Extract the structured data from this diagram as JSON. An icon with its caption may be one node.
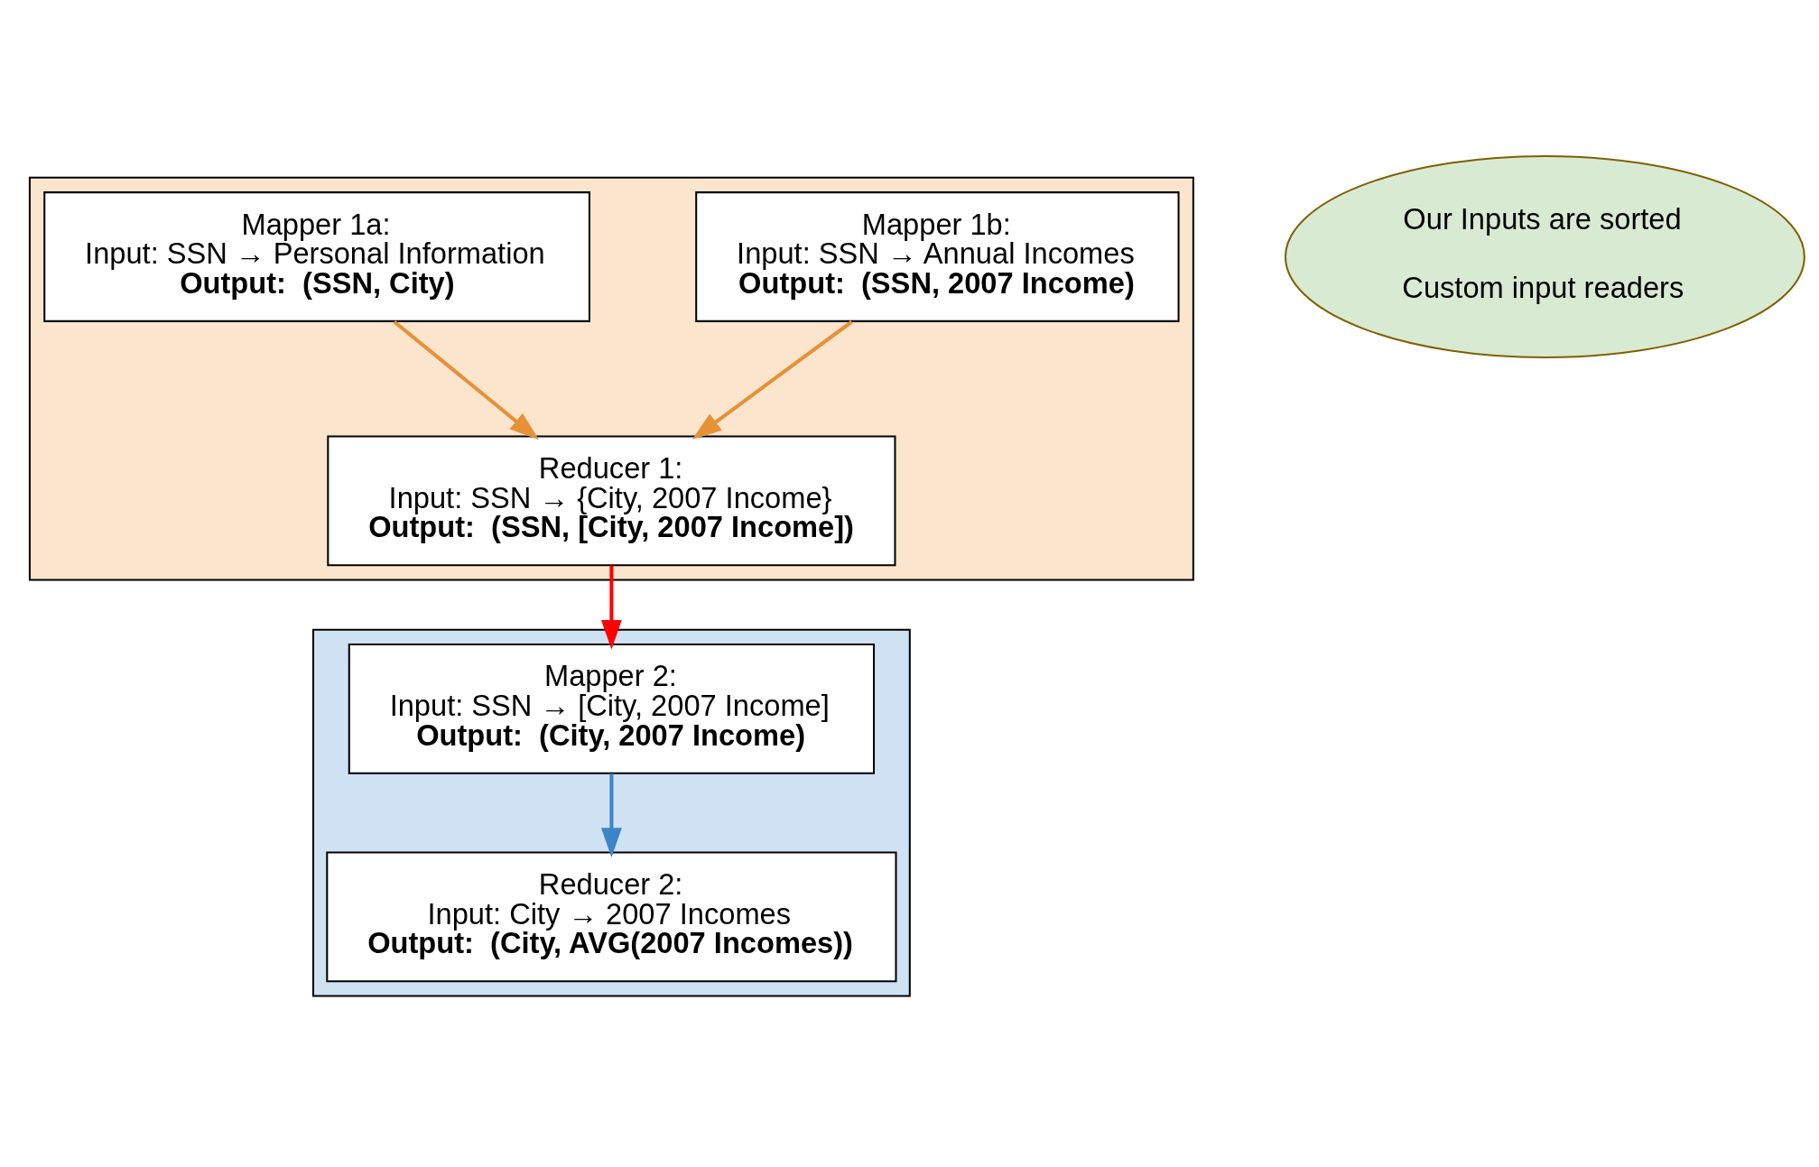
{
  "diagram": {
    "nodes": [
      {
        "text": [],
        "shape": "box"
      },
      {
        "text": [
          "Mapper 1a:",
          "Input: SSN → Personal Information",
          "Output:  (SSN, City)"
        ],
        "in": 0
      },
      {
        "text": [
          "Mapper 1b:",
          "Input: SSN → Annual Incomes",
          "Output:  (SSN, 2007 Income)"
        ],
        "in": 0
      },
      {
        "text": [
          "Reducer 1:",
          "Input: SSN → {City, 2007 Income}",
          "Output:  (SSN, [City, 2007 Income])"
        ],
        "in": 0
      },
      {
        "text": [],
        "shape": "box"
      },
      {
        "text": [
          "Mapper 2:",
          "Input: SSN → [City, 2007 Income]",
          "Output:  (City, 2007 Income)"
        ],
        "in": 4
      },
      {
        "text": [
          "Reducer 2:",
          "Input: City → 2007 Incomes",
          "Output:  (City, AVG(2007 Incomes))"
        ],
        "in": 4
      },
      {
        "text": [
          "Our Inputs are sorted",
          "Custom input readers"
        ]
      }
    ],
    "edges": [
      {
        "from": 1,
        "to": 3,
        "arrow": "to",
        "color": "#e69138"
      },
      {
        "from": 2,
        "to": 3,
        "arrow": "to",
        "color": "#e69138"
      },
      {
        "from": 3,
        "to": 5,
        "arrow": "to",
        "color": "#ff0000"
      },
      {
        "from": 5,
        "to": 6,
        "arrow": "to",
        "color": "#3d85c6"
      }
    ]
  }
}
